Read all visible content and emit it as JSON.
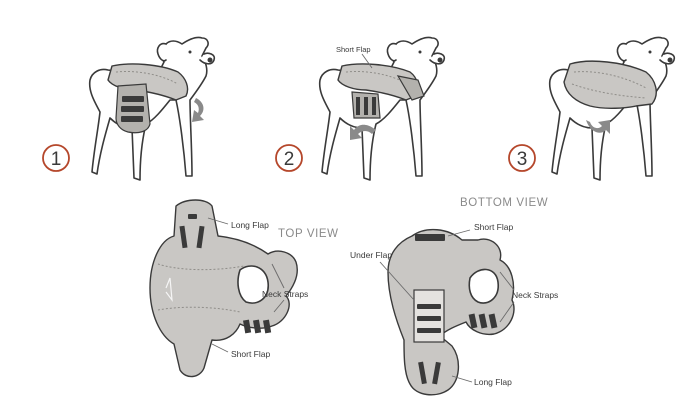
{
  "steps": {
    "one": "1",
    "two": "2",
    "three": "3"
  },
  "step2_label": "Short Flap",
  "top_view": {
    "title": "TOP VIEW",
    "long_flap": "Long Flap",
    "neck_straps": "Neck Straps",
    "short_flap": "Short Flap"
  },
  "bottom_view": {
    "title": "BOTTOM VIEW",
    "short_flap": "Short Flap",
    "under_flap": "Under Flap",
    "neck_straps": "Neck Straps",
    "long_flap": "Long Flap"
  },
  "colors": {
    "vest": "#c9c7c4",
    "outline": "#3a3a3a",
    "step_circle": "#b5472b",
    "view_title": "#8a8a8a"
  }
}
